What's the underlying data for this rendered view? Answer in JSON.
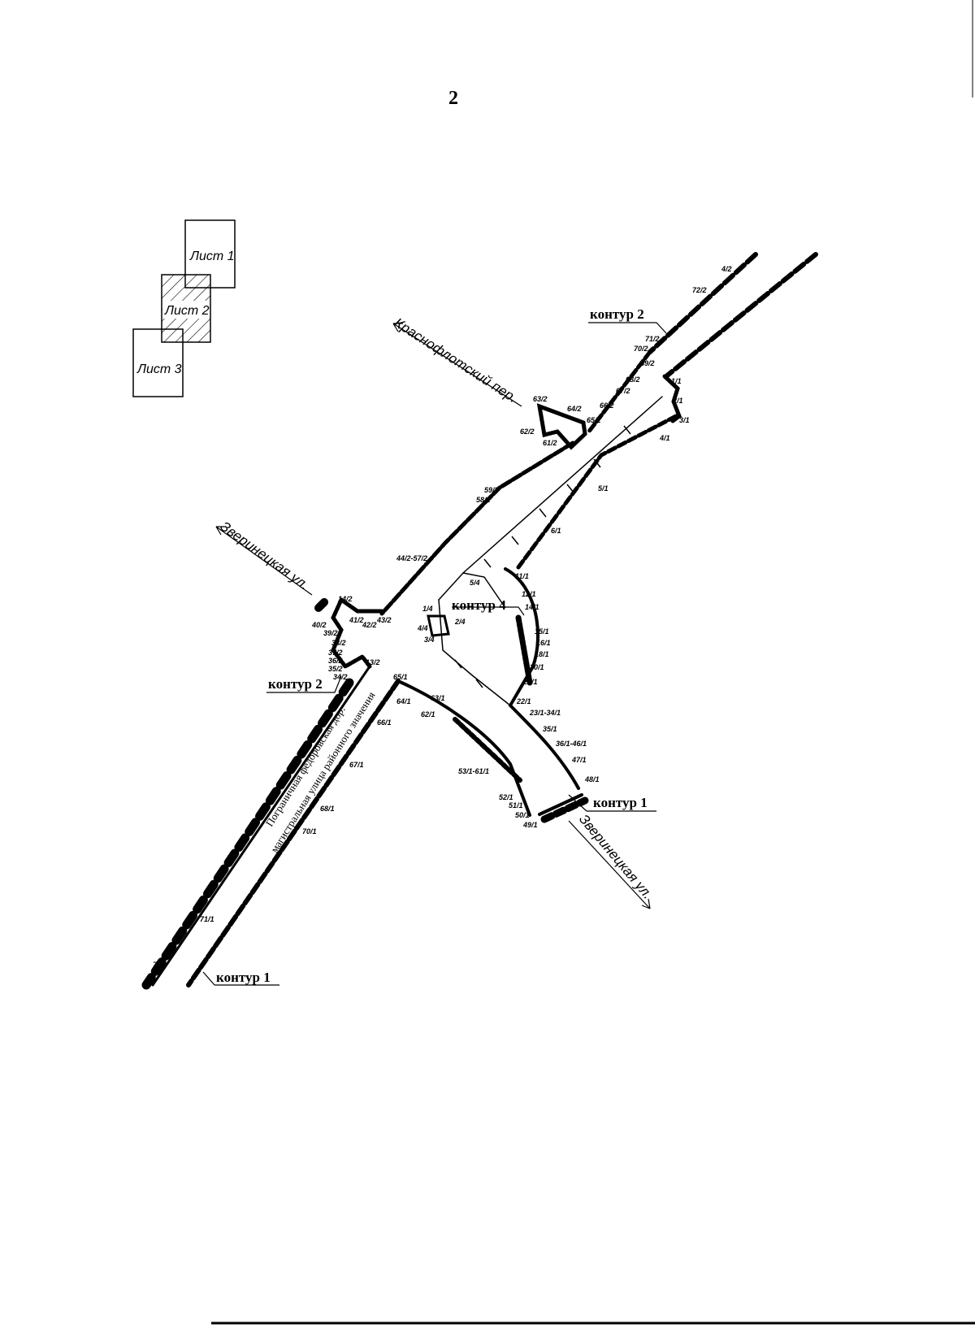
{
  "page_number": "2",
  "sheets": [
    {
      "label": "Лист 1",
      "active": false
    },
    {
      "label": "Лист 2",
      "active": true
    },
    {
      "label": "Лист 3",
      "active": false
    }
  ],
  "streets": {
    "krasnoflotsky": "Красноф­лотский пер.",
    "zverinitskaya_top": "Зверинецкая ул.",
    "zverinitskaya_bottom": "Зверинецкая ул."
  },
  "street_lines": {
    "fedorovskaya_line1": "Пограничная федоровская дор.",
    "fedorovskaya_line2": "магистральная улица районного значения"
  },
  "contours": {
    "c2_top": "контур 2",
    "c2_left": "контур 2",
    "c4": "контур 4",
    "c1_right": "контур 1",
    "c1_bottom": "контур 1"
  },
  "point_labels": {
    "p_top1": "4/2",
    "p_top2": "72/2",
    "p_top3": "71/2",
    "p_top4": "70/2",
    "p_top5": "69/2",
    "p_top6": "68/2",
    "p_top7": "67/2",
    "p_top8": "66/2",
    "p_top9": "65/2",
    "p_k1": "63/2",
    "p_k2": "62/2",
    "p_k3": "64/2",
    "p_k4": "61/2",
    "p_m1": "59/2",
    "p_m2": "58/2",
    "p_m3": "44/2-57/2",
    "p_z1": "14/2",
    "p_z2": "40/2",
    "p_z3": "41/2",
    "p_z4": "43/2",
    "p_z5": "42/2",
    "p_z6": "39/2",
    "p_z7": "38/2",
    "p_z8": "37/2",
    "p_z9": "36/2",
    "p_z10": "35/2",
    "p_z11": "34/2",
    "p_z12": "13/2",
    "p_r1": "1/1",
    "p_r2": "2/1",
    "p_r3": "3/1",
    "p_r4": "4/1",
    "p_r5": "5/1",
    "p_r6": "6/1",
    "p_c1": "11/1",
    "p_c2": "12/1",
    "p_c3": "14/1",
    "p_c4": "15/1",
    "p_c5": "16/1",
    "p_c6": "18/1",
    "p_c7": "20/1",
    "p_c8": "21/1",
    "p_c9": "22/1",
    "p_c10": "23/1-34/1",
    "p_c11": "35/1",
    "p_c12": "36/1-46/1",
    "p_c13": "47/1",
    "p_c14": "48/1",
    "p_l1": "65/1",
    "p_l2": "64/1",
    "p_l3": "63/1",
    "p_l4": "62/1",
    "p_l5": "53/1-61/1",
    "p_l6": "52/1",
    "p_l7": "51/1",
    "p_l8": "50/1",
    "p_l9": "49/1",
    "p_s1": "66/1",
    "p_s2": "67/1",
    "p_s3": "68/1",
    "p_s4": "70/1",
    "p_s5": "71/1",
    "p_s6": "72/1",
    "p_k4a": "1/4",
    "p_k4b": "2/4",
    "p_k4c": "3/4",
    "p_k4d": "4/4",
    "p_k4e": "5/4"
  }
}
